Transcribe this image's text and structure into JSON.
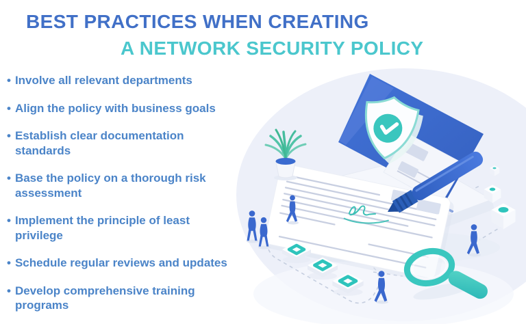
{
  "title": {
    "line1": "BEST PRACTICES WHEN CREATING",
    "line2": "A NETWORK SECURITY POLICY"
  },
  "list": {
    "bullet_char": "•",
    "items": [
      "Involve all relevant departments",
      "Align the policy with business goals",
      "Establish clear documentation standards",
      "Base the policy on a thorough risk assessment",
      "Implement the principle of least privilege",
      "Schedule regular reviews and updates",
      "Develop comprehensive training programs"
    ]
  },
  "illustration": {
    "icons": [
      "shield-check-icon",
      "laptop-icon",
      "policy-document-icon",
      "pen-icon",
      "signature-icon",
      "plant-icon",
      "magnifier-icon",
      "keycap-icon",
      "cube-icon",
      "person-icon"
    ]
  },
  "colors": {
    "title_line1": "#4170C7",
    "title_line2": "#4BC7CD",
    "list_text": "#4B84C8",
    "laptop_blue": "#3C6DD0",
    "teal_accent": "#2EC4BC",
    "people_blue": "#3A68CE",
    "background_ellipse": "#EDF0F9"
  }
}
